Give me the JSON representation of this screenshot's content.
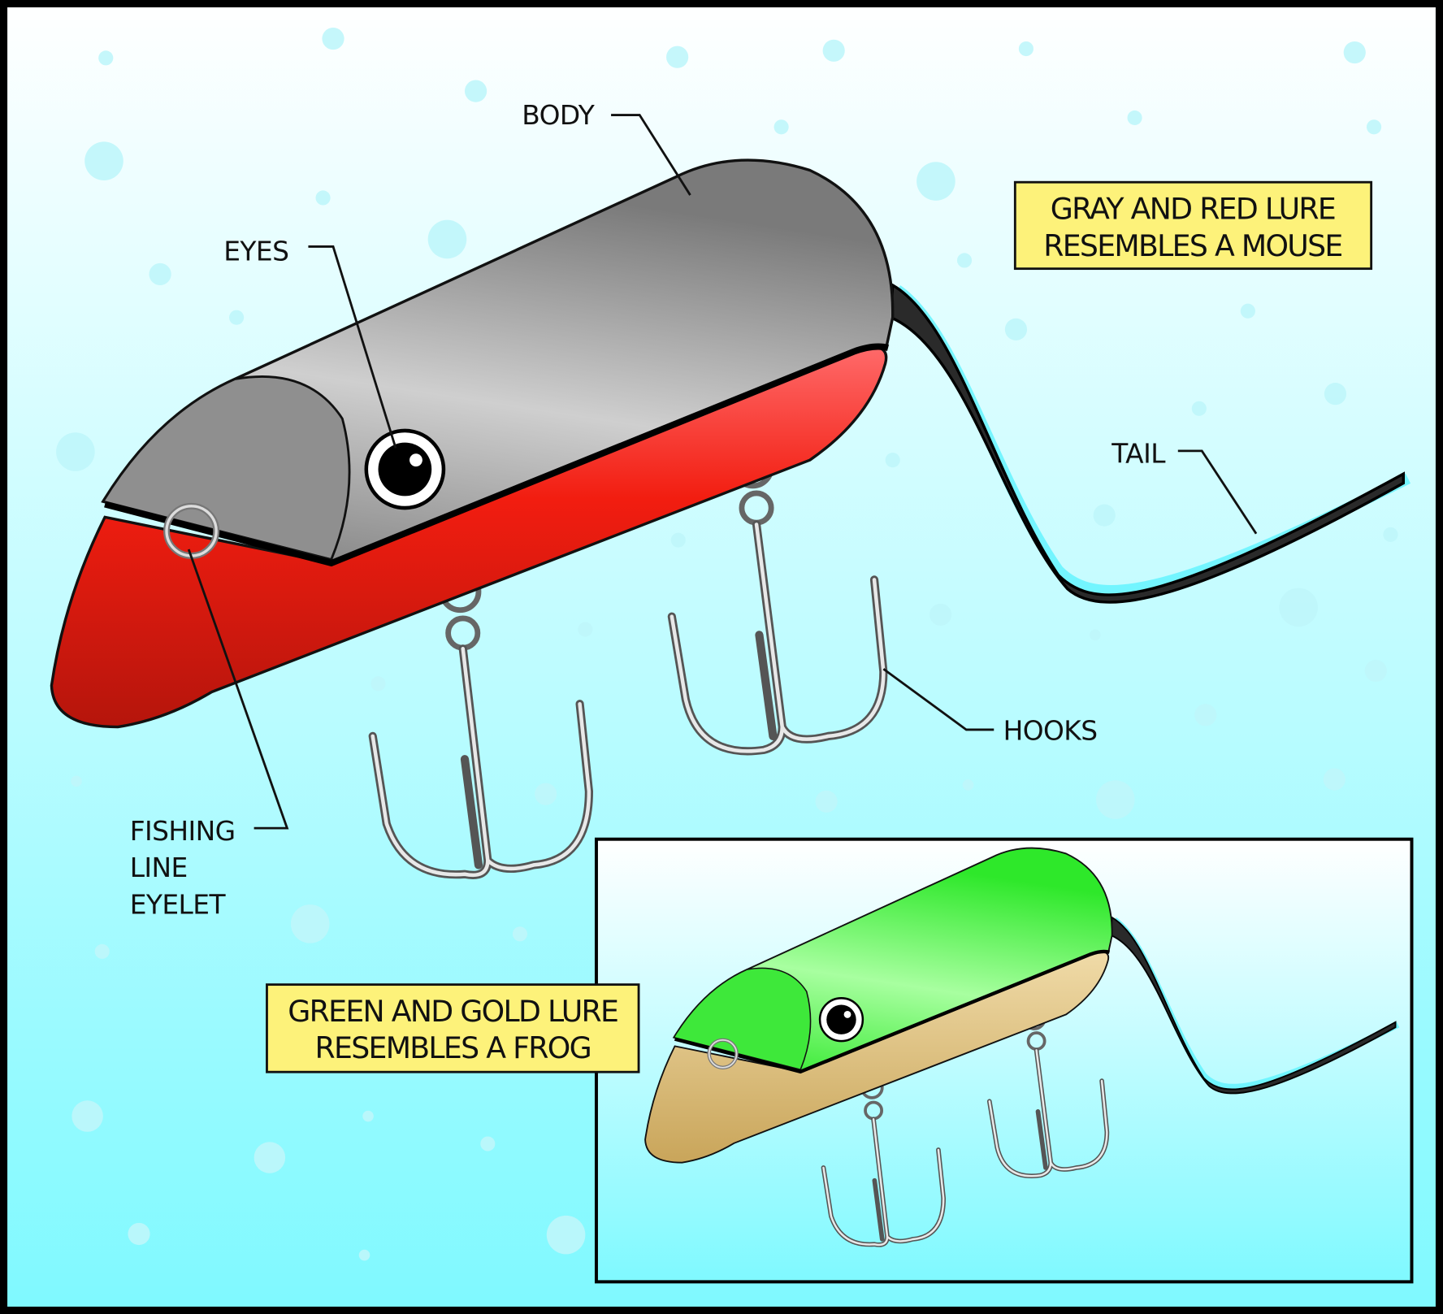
{
  "labels": {
    "body": "BODY",
    "eyes": "EYES",
    "tail": "TAIL",
    "hooks": "HOOKS",
    "eyelet": [
      "FISHING",
      "LINE",
      "EYELET"
    ]
  },
  "captions": {
    "mouse": [
      "GRAY AND RED LURE",
      "RESEMBLES A MOUSE"
    ],
    "frog": [
      "GREEN AND GOLD LURE",
      "RESEMBLES A FROG"
    ]
  },
  "colors": {
    "background_top": "#ffffff",
    "background_bottom": "#7ff9ff",
    "caption_fill": "#fdf27a",
    "body_gray": "#9a9a9a",
    "belly_red": "#e8231a",
    "body_green": "#3ff23a",
    "belly_gold": "#d9bf82",
    "tail": "#2a2a2a"
  }
}
